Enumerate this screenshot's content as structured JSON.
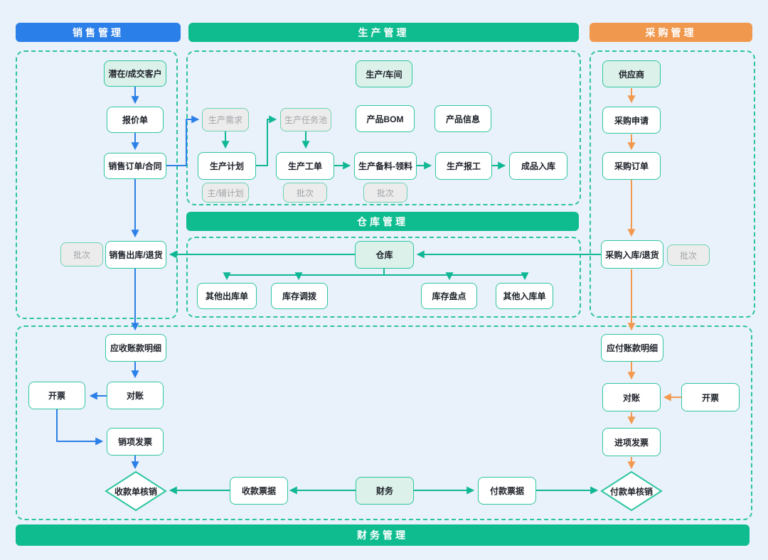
{
  "banners": {
    "sales": "销售管理",
    "production": "生产管理",
    "purchase": "采购管理",
    "warehouse": "仓库管理",
    "finance": "财务管理"
  },
  "colors": {
    "background": "#e9f1fa",
    "sales_accent": "#2b7fe8",
    "production_accent": "#0fbc90",
    "purchase_accent": "#f0984d",
    "node_border": "#2fc6a0",
    "mint_fill": "#dcf1ea",
    "gray_fill": "#ececec",
    "gray_text": "#a0a4a8",
    "dashed_border": "#2cc49e"
  },
  "nodes": {
    "potential_customer": "潜在/成交客户",
    "quotation": "报价单",
    "sales_order": "销售订单/合同",
    "batch_sales": "批次",
    "sales_outbound": "销售出库/退货",
    "ar_detail": "应收账款明细",
    "reconcile_ar": "对账",
    "invoice_ar": "开票",
    "output_invoice": "销项发票",
    "receipt_writeoff": "收款单核销",
    "receipt_bill": "收款票据",
    "finance": "财务",
    "payment_bill": "付款票据",
    "payment_writeoff": "付款单核销",
    "workshop": "生产/车间",
    "production_demand": "生产需求",
    "production_task_pool": "生产任务池",
    "product_bom": "产品BOM",
    "product_info": "产品信息",
    "production_plan": "生产计划",
    "main_aux_plan": "主/辅计划",
    "production_workorder": "生产工单",
    "batch_workorder": "批次",
    "production_material": "生产备料-领料",
    "batch_material": "批次",
    "production_report": "生产报工",
    "finished_inbound": "成品入库",
    "warehouse": "仓库",
    "other_outbound": "其他出库单",
    "inventory_transfer": "库存调拨",
    "inventory_check": "库存盘点",
    "other_inbound": "其他入库单",
    "supplier": "供应商",
    "purchase_request": "采购申请",
    "purchase_order": "采购订单",
    "purchase_inbound": "采购入库/退货",
    "batch_purchase": "批次",
    "ap_detail": "应付账款明细",
    "reconcile_ap": "对账",
    "invoice_ap": "开票",
    "input_invoice": "进项发票"
  }
}
